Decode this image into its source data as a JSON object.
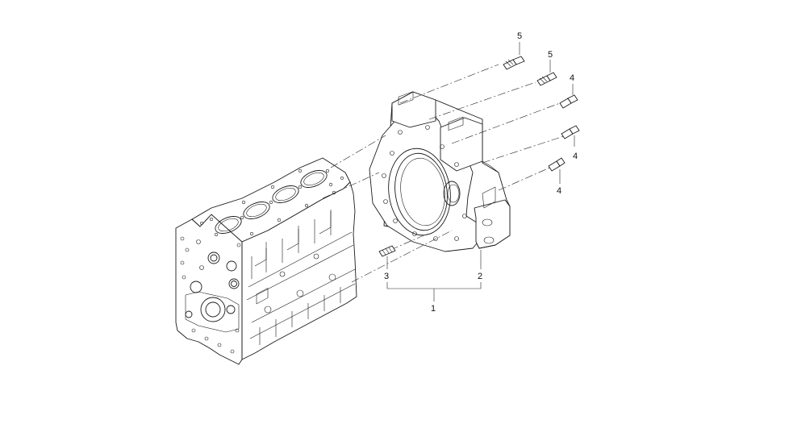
{
  "callouts": [
    {
      "id": "c1",
      "label": "1"
    },
    {
      "id": "c2",
      "label": "2"
    },
    {
      "id": "c3",
      "label": "3"
    },
    {
      "id": "c4a",
      "label": "4"
    },
    {
      "id": "c4b",
      "label": "4"
    },
    {
      "id": "c4c",
      "label": "4"
    },
    {
      "id": "c5a",
      "label": "5"
    },
    {
      "id": "c5b",
      "label": "5"
    }
  ]
}
